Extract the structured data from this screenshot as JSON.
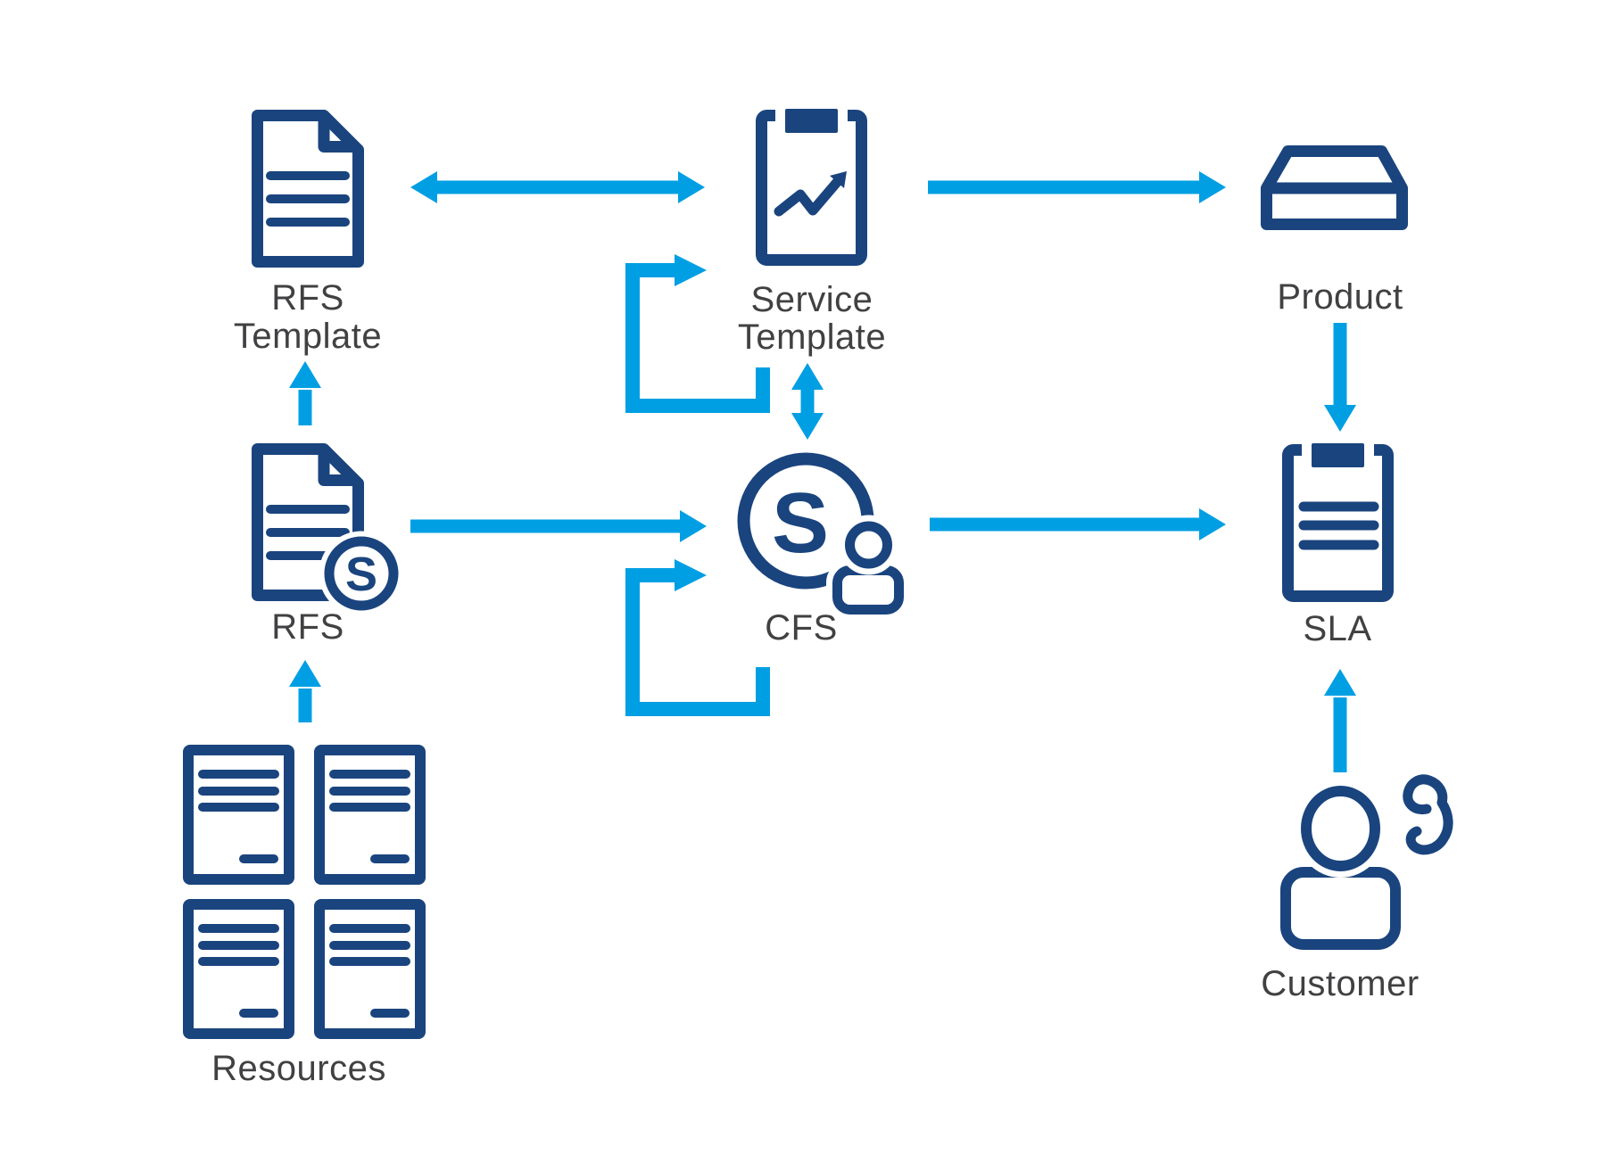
{
  "colors": {
    "navy": "#1A447E",
    "blue": "#009FE3",
    "text": "#414042",
    "bg": "#FFFFFF"
  },
  "nodes": {
    "rfs_template": {
      "label_line1": "RFS",
      "label_line2": "Template"
    },
    "service_template": {
      "label_line1": "Service",
      "label_line2": "Template"
    },
    "product": {
      "label": "Product"
    },
    "rfs": {
      "label": "RFS",
      "badge_letter": "S"
    },
    "cfs": {
      "label": "CFS",
      "badge_letter": "S"
    },
    "sla": {
      "label": "SLA"
    },
    "resources": {
      "label": "Resources"
    },
    "customer": {
      "label": "Customer"
    }
  },
  "edges": [
    {
      "from": "rfs_template",
      "to": "service_template",
      "type": "bidirectional"
    },
    {
      "from": "service_template",
      "to": "product",
      "type": "directed"
    },
    {
      "from": "product",
      "to": "sla",
      "type": "directed"
    },
    {
      "from": "rfs",
      "to": "rfs_template",
      "type": "directed"
    },
    {
      "from": "rfs",
      "to": "cfs",
      "type": "directed"
    },
    {
      "from": "service_template",
      "to": "cfs",
      "type": "bidirectional"
    },
    {
      "from": "service_template",
      "to": "service_template",
      "type": "self-loop"
    },
    {
      "from": "cfs",
      "to": "cfs",
      "type": "self-loop"
    },
    {
      "from": "cfs",
      "to": "sla",
      "type": "directed"
    },
    {
      "from": "resources",
      "to": "rfs",
      "type": "directed"
    },
    {
      "from": "customer",
      "to": "sla",
      "type": "directed"
    }
  ]
}
